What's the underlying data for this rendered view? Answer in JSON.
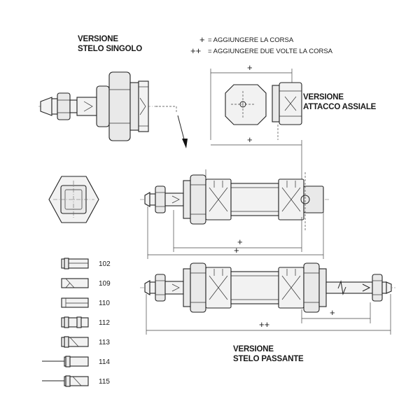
{
  "labels": {
    "single_rod": [
      "VERSIONE",
      "STELO SINGOLO"
    ],
    "axial": [
      "VERSIONE",
      "ATTACCO ASSIALE"
    ],
    "through_rod": [
      "VERSIONE",
      "STELO PASSANTE"
    ]
  },
  "legend": {
    "single_symbol": "+",
    "single_text": "= AGGIUNGERE LA CORSA",
    "double_symbol": "++",
    "double_text": "= AGGIUNGERE DUE VOLTE LA CORSA"
  },
  "dimensions": {
    "axial_top": "+",
    "axial_mid": "+",
    "main_lower": "+",
    "main_overall": "+",
    "through_right": "+",
    "through_overall": "++"
  },
  "variants": [
    "102",
    "109",
    "110",
    "112",
    "113",
    "114",
    "115"
  ]
}
